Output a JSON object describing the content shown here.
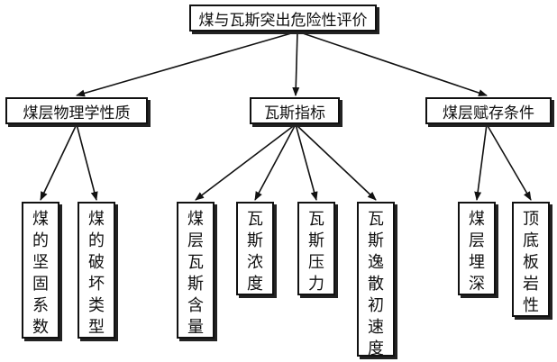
{
  "diagram": {
    "root": {
      "label": "煤与瓦斯突出危险性评价"
    },
    "groups": [
      {
        "label": "煤层物理学性质",
        "children": [
          {
            "label": "煤的坚固系数"
          },
          {
            "label": "煤的破坏类型"
          }
        ]
      },
      {
        "label": "瓦斯指标",
        "children": [
          {
            "label": "煤层瓦斯含量"
          },
          {
            "label": "瓦斯浓度"
          },
          {
            "label": "瓦斯压力"
          },
          {
            "label": "瓦斯逸散初速度"
          }
        ]
      },
      {
        "label": "煤层赋存条件",
        "children": [
          {
            "label": "煤层埋深"
          },
          {
            "label": "顶底板岩性"
          }
        ]
      }
    ]
  }
}
